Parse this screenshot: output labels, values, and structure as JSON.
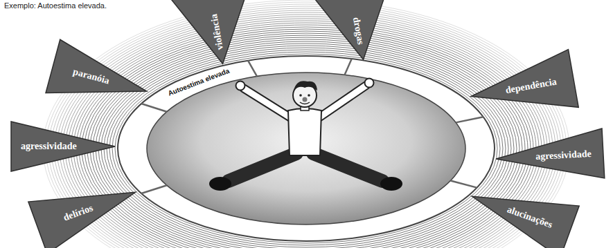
{
  "diagram": {
    "title": "Exemplo: Autoestima elevada.",
    "nodes": [
      {
        "text": [
          "Autoestima elevada"
        ]
      },
      {
        "text": [
          "violência"
        ]
      },
      {
        "text": [
          "drogas"
        ]
      },
      {
        "text": [
          "paranóia"
        ]
      },
      {
        "text": [
          "dependência"
        ]
      },
      {
        "text": [
          "agressividade"
        ]
      },
      {
        "text": [
          "agressividade"
        ]
      },
      {
        "text": [
          "delírios"
        ]
      },
      {
        "text": [
          "alucinações"
        ]
      }
    ]
  }
}
